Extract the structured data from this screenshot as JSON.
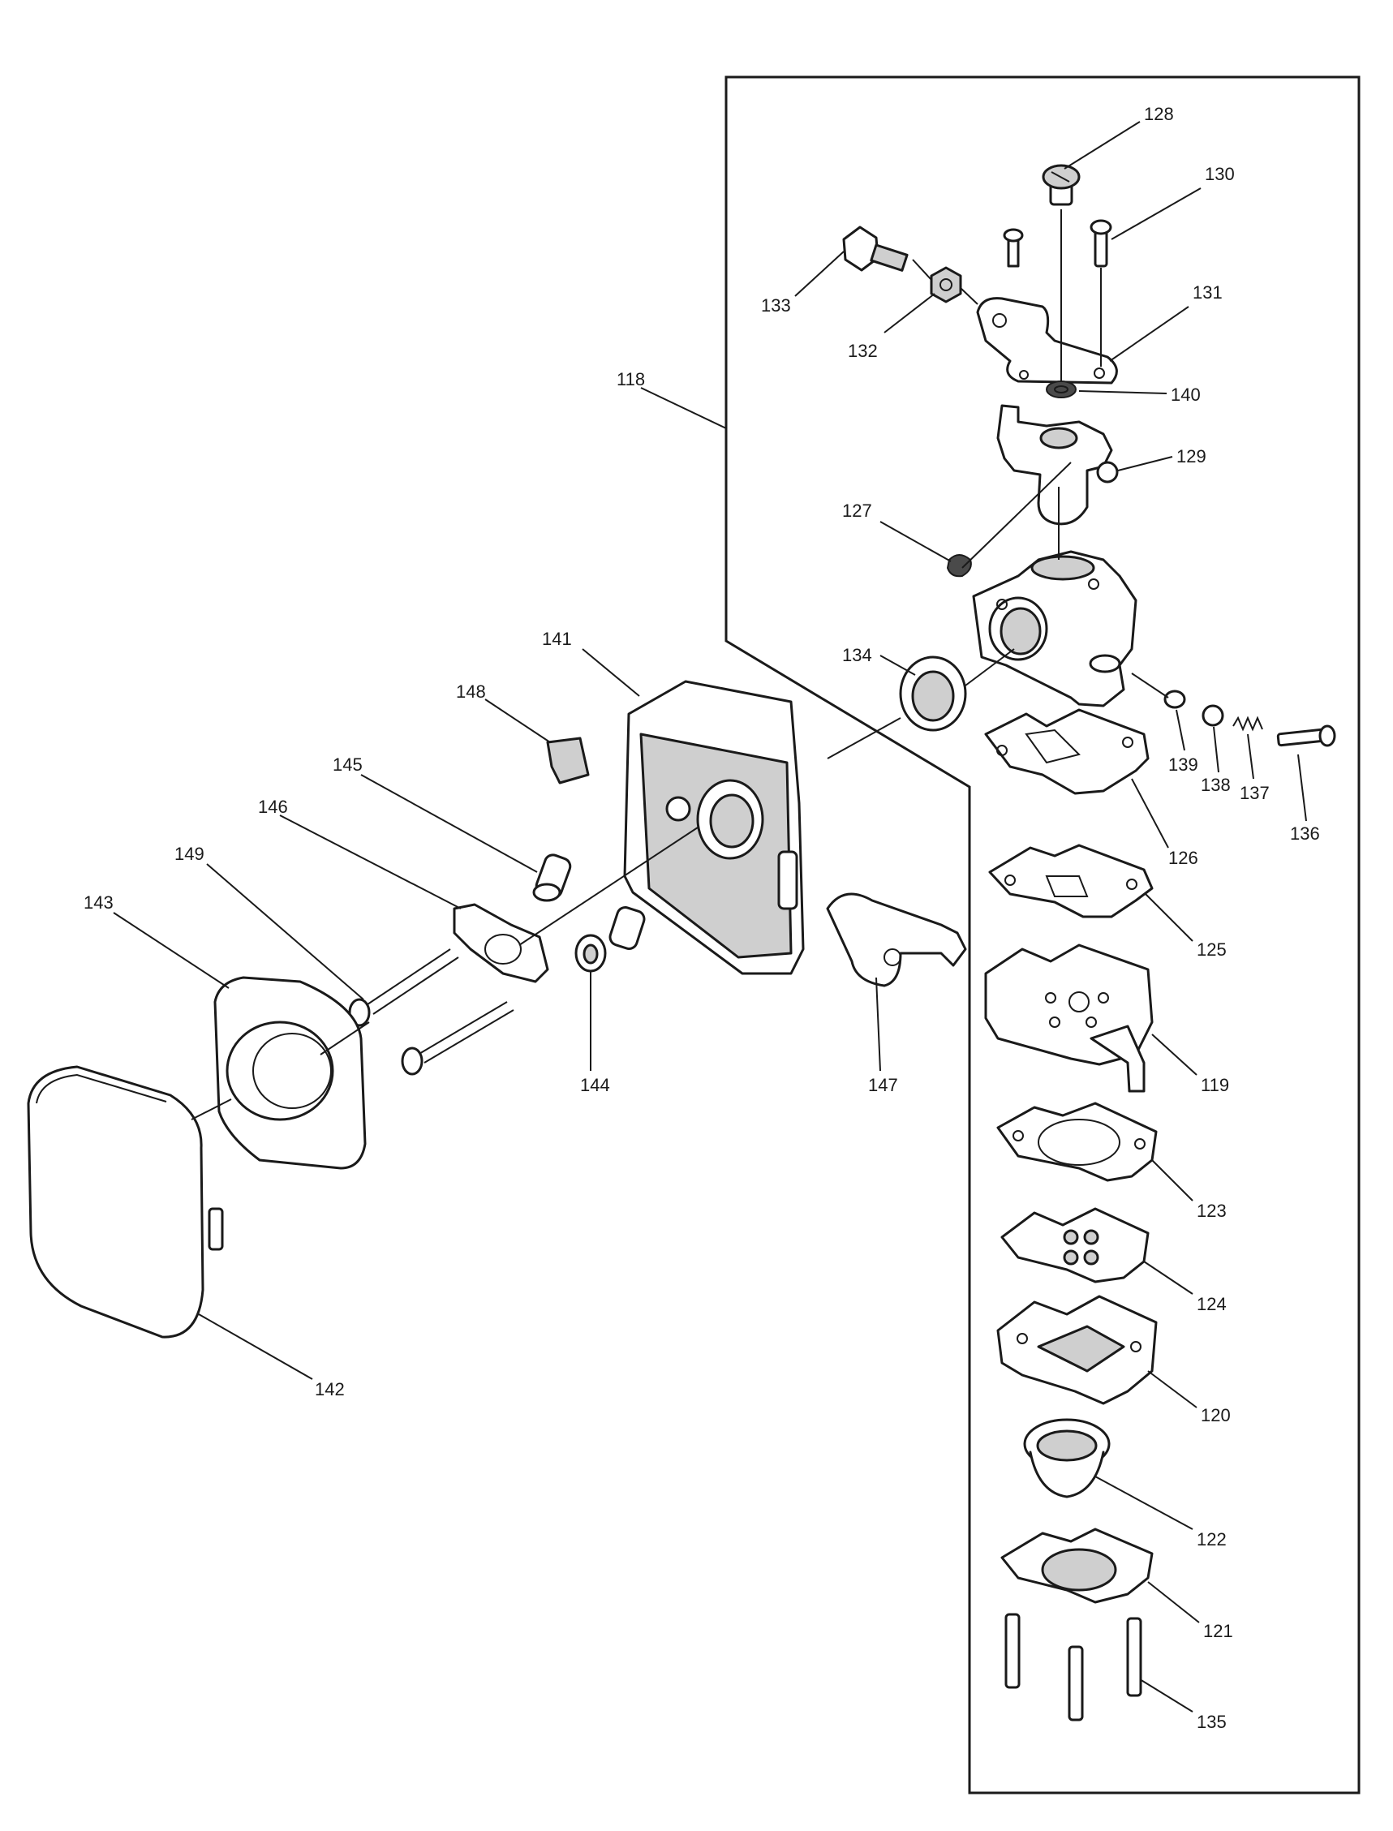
{
  "labels": {
    "p118": "118",
    "p119": "119",
    "p120": "120",
    "p121": "121",
    "p122": "122",
    "p123": "123",
    "p124": "124",
    "p125": "125",
    "p126": "126",
    "p127": "127",
    "p128": "128",
    "p129": "129",
    "p130": "130",
    "p131": "131",
    "p132": "132",
    "p133": "133",
    "p134": "134",
    "p135": "135",
    "p136": "136",
    "p137": "137",
    "p138": "138",
    "p139": "139",
    "p140": "140",
    "p141": "141",
    "p142": "142",
    "p143": "143",
    "p144": "144",
    "p145": "145",
    "p146": "146",
    "p147": "147",
    "p148": "148",
    "p149": "149"
  },
  "colors": {
    "line": "#1a1a1a",
    "shade": "#cfcfcf",
    "background": "#ffffff"
  }
}
